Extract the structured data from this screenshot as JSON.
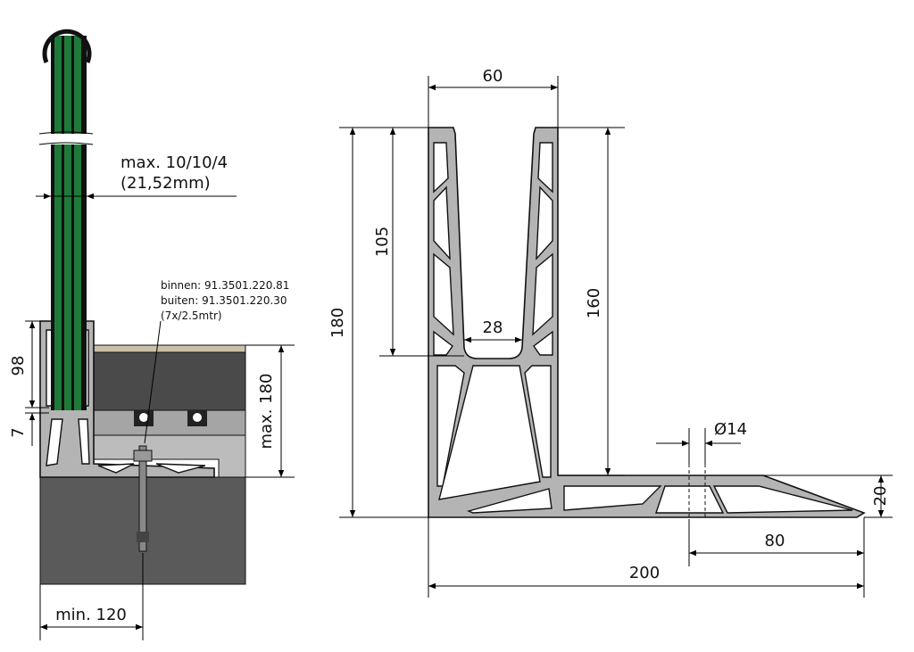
{
  "left_view": {
    "glass_thickness": "max. 10/10/4",
    "glass_thickness_mm": "(21,52mm)",
    "part_inner": "binnen: 91.3501.220.81",
    "part_outer": "buiten: 91.3501.220.30",
    "part_qty": "(7x/2.5mtr)",
    "dim_98": "98",
    "dim_7": "7",
    "dim_max180": "max. 180",
    "dim_min120": "min. 120"
  },
  "right_view": {
    "dim_60": "60",
    "dim_180": "180",
    "dim_105": "105",
    "dim_160": "160",
    "dim_28": "28",
    "dim_d14": "Ø14",
    "dim_20": "20",
    "dim_80": "80",
    "dim_200": "200"
  },
  "colors": {
    "glass": "#1f7a3a",
    "profile": "#b4b4b4",
    "concrete": "#5a5a5a",
    "screed": "#4a4a4a",
    "finish": "#c9c0a8"
  }
}
